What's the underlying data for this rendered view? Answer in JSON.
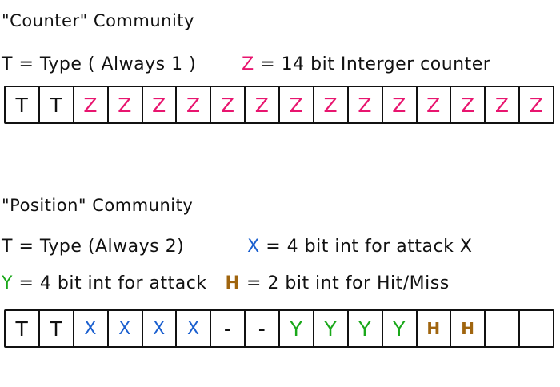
{
  "counter": {
    "title": "\"Counter\" Community",
    "legend": {
      "type_sym": "T",
      "type_text": " = Type ( Always 1 )",
      "z_sym": "Z",
      "z_text": " = 14 bit Interger counter"
    },
    "bits": [
      "T",
      "T",
      "Z",
      "Z",
      "Z",
      "Z",
      "Z",
      "Z",
      "Z",
      "Z",
      "Z",
      "Z",
      "Z",
      "Z",
      "Z",
      "Z"
    ]
  },
  "position": {
    "title": "\"Position\" Community",
    "legend": {
      "type_sym": "T",
      "type_text": " = Type (Always 2)",
      "x_sym": "X",
      "x_text": " = 4 bit int for attack X",
      "y_sym": "Y",
      "y_text": " = 4 bit int for attack",
      "h_sym": "H",
      "h_text": " = 2 bit int for Hit/Miss"
    },
    "bits": [
      "T",
      "T",
      "X",
      "X",
      "X",
      "X",
      "-",
      "-",
      "Y",
      "Y",
      "Y",
      "Y",
      "H",
      "H",
      "",
      ""
    ]
  },
  "colors": {
    "type": "#111111",
    "z": "#e8156f",
    "x": "#1a5fcf",
    "y": "#1aa81a",
    "h": "#a0650f"
  }
}
